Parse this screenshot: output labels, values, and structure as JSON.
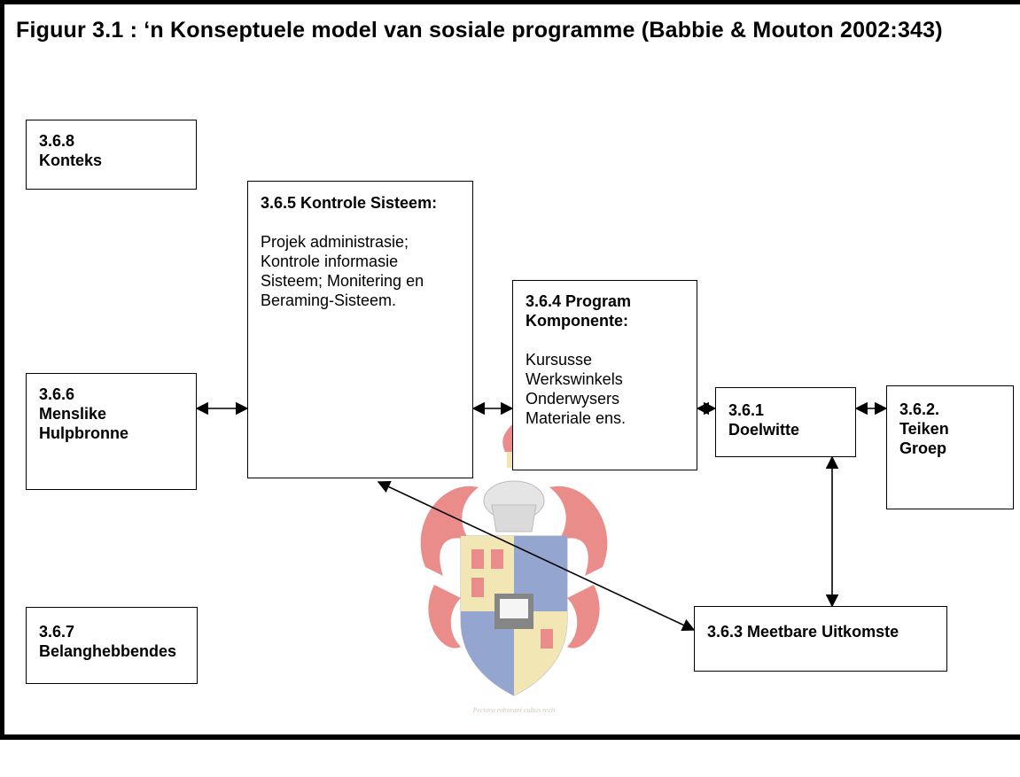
{
  "figure": {
    "title": "Figuur 3.1 : ‘n Konseptuele model van sosiale programme (Babbie & Mouton 2002:343)"
  },
  "boxes": {
    "konteks": {
      "heading": "3.6.8\nKonteks"
    },
    "kontrole": {
      "heading": "3.6.5 Kontrole Sisteem:",
      "body": "Projek administrasie; Kontrole informasie Sisteem; Monitering en Beraming-Sisteem."
    },
    "program": {
      "heading": "3.6.4 Program Komponente:",
      "body": "Kursusse\nWerkswinkels\nOnderwysers\nMateriale ens."
    },
    "menslike": {
      "heading": "3.6.6\nMenslike\nHulpbronne"
    },
    "doelwitte": {
      "heading": "3.6.1\nDoelwitte"
    },
    "teiken": {
      "heading": "3.6.2.\nTeiken\nGroep"
    },
    "meetbare": {
      "heading": "3.6.3 Meetbare Uitkomste"
    },
    "belang": {
      "heading": "3.6.7\nBelanghebbendes"
    }
  },
  "watermark": {
    "motto": "Pectora roborant cultus recti"
  },
  "colors": {
    "line": "#000000",
    "crest_red": "#d9302c",
    "crest_blue": "#3d5fa8",
    "crest_gold": "#e8d27a"
  }
}
